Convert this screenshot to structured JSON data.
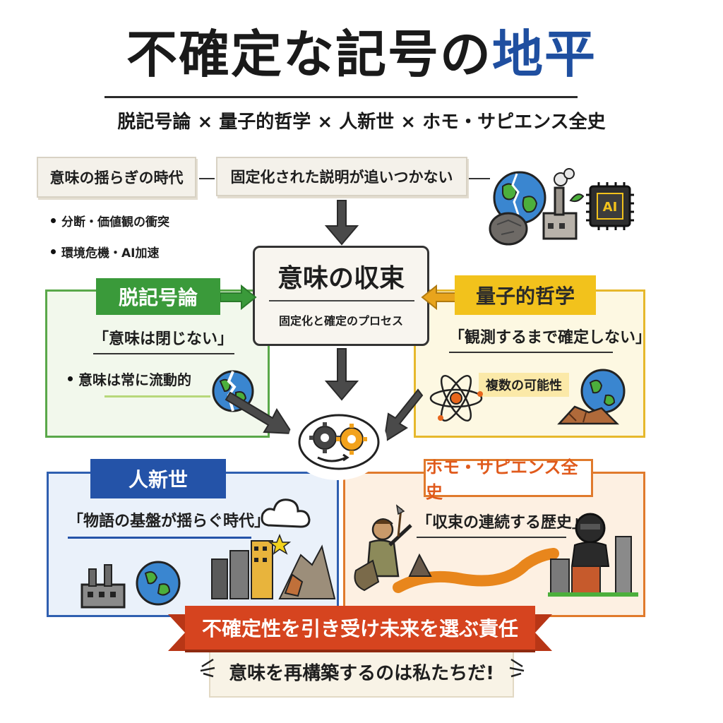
{
  "header": {
    "title_main": "不確定な記号の",
    "title_highlight": "地平",
    "subtitle": "脱記号論 × 量子的哲学 × 人新世 × ホモ・サピエンス全史"
  },
  "top": {
    "era_label": "意味の揺らぎの時代",
    "explanation_label": "固定化された説明が追いつかない",
    "bullets": [
      "分断・価値観の衝突",
      "環境危機・AI加速"
    ],
    "ai_chip_text": "AI"
  },
  "center": {
    "title": "意味の収束",
    "subtitle": "固定化と確定のプロセス"
  },
  "quadrants": {
    "post_semiotics": {
      "label": "脱記号論",
      "quote": "「意味は閉じない」",
      "bullet": "意味は常に流動的"
    },
    "quantum_philosophy": {
      "label": "量子的哲学",
      "quote": "「観測するまで確定しない」",
      "tag": "複数の可能性"
    },
    "anthropocene": {
      "label": "人新世",
      "quote": "「物語の基盤が揺らぐ時代」"
    },
    "sapiens": {
      "label": "ホモ・サピエンス全史",
      "quote": "「収束の連続する歴史」"
    }
  },
  "footer": {
    "banner": "不確定性を引き受け未来を選ぶ責任",
    "tagline": "意味を再構築するのは私たちだ!"
  },
  "colors": {
    "title_accent": "#1f4fa0",
    "green": "#3a9a3a",
    "yellow": "#f2c21c",
    "blue": "#2453a8",
    "orange": "#e07a2c",
    "red_banner": "#d6441f"
  }
}
